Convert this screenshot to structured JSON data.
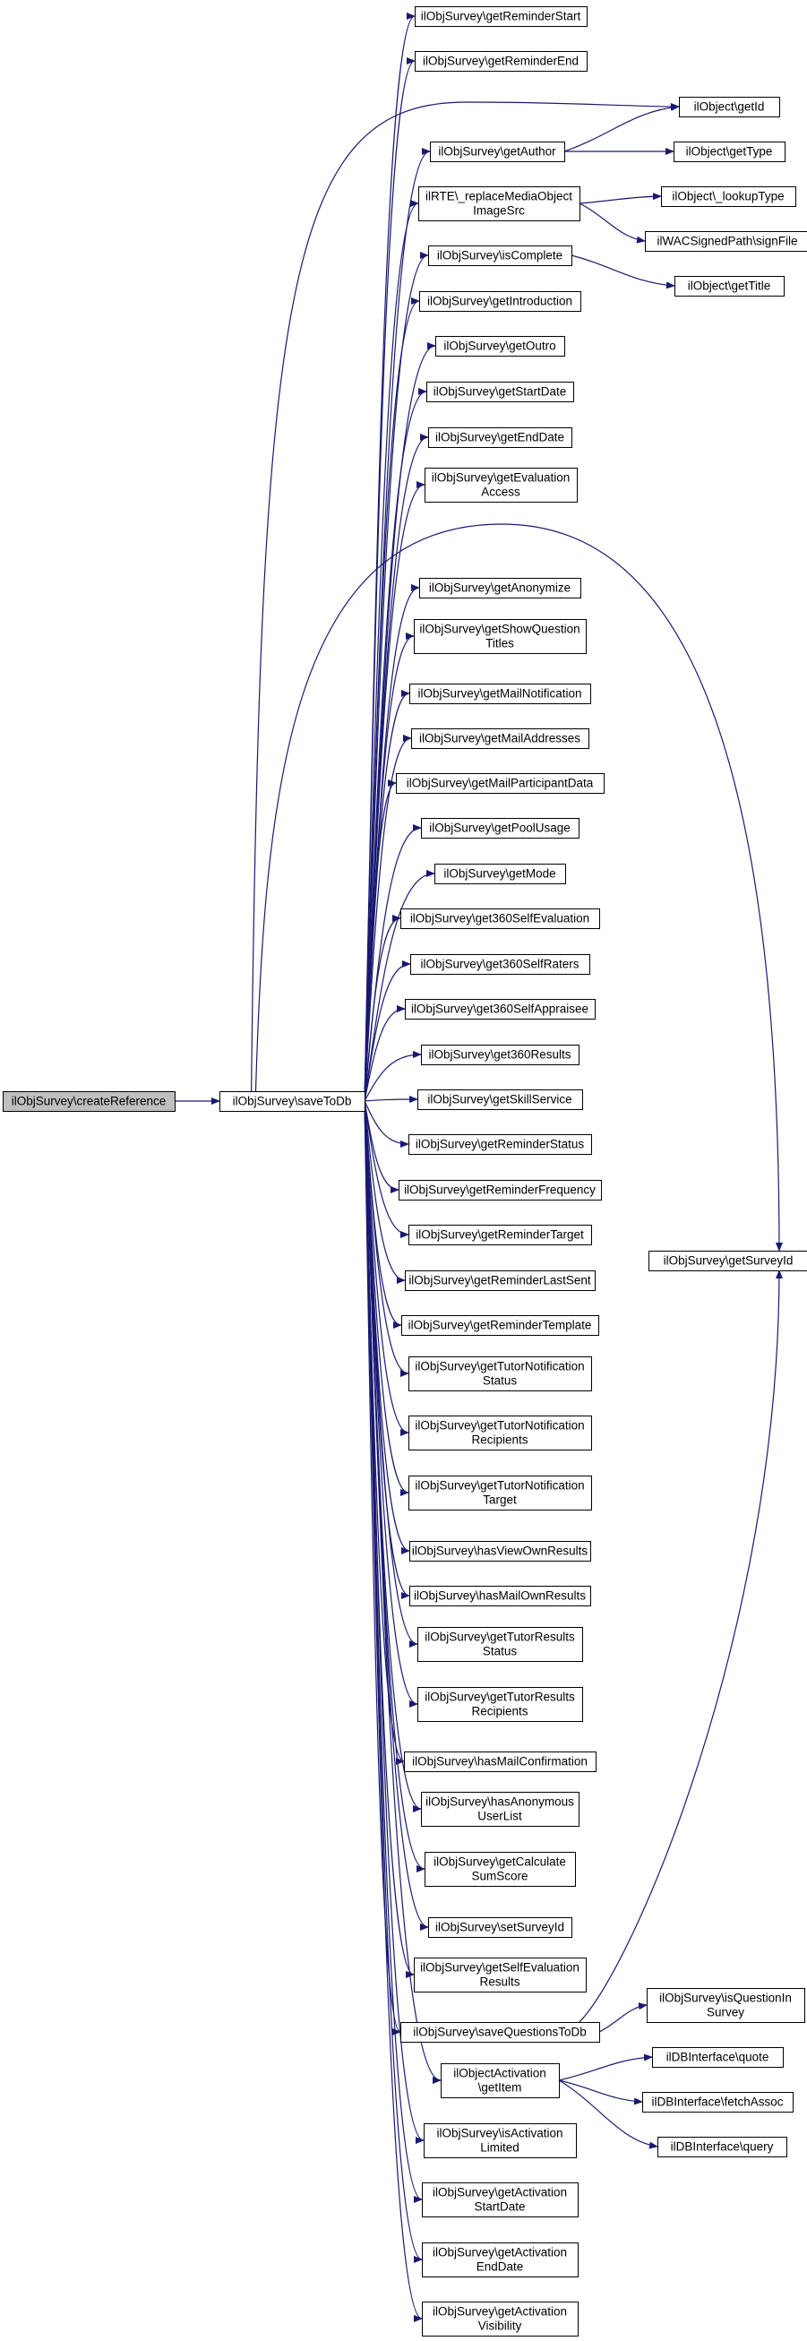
{
  "diagram": {
    "edge_color": "#191970",
    "root_fill": "#bfbfbf",
    "node_fill": "#ffffff",
    "node_border": "#000000",
    "nodes": [
      {
        "id": "createReference",
        "lines": [
          "ilObjSurvey\\createReference"
        ],
        "root": true
      },
      {
        "id": "saveToDb",
        "lines": [
          "ilObjSurvey\\saveToDb"
        ]
      },
      {
        "id": "getReminderStart",
        "lines": [
          "ilObjSurvey\\getReminderStart"
        ]
      },
      {
        "id": "getReminderEnd",
        "lines": [
          "ilObjSurvey\\getReminderEnd"
        ]
      },
      {
        "id": "getAuthor",
        "lines": [
          "ilObjSurvey\\getAuthor"
        ]
      },
      {
        "id": "replaceMedia",
        "lines": [
          "ilRTE\\_replaceMediaObject",
          "ImageSrc"
        ]
      },
      {
        "id": "isComplete",
        "lines": [
          "ilObjSurvey\\isComplete"
        ]
      },
      {
        "id": "getIntroduction",
        "lines": [
          "ilObjSurvey\\getIntroduction"
        ]
      },
      {
        "id": "getOutro",
        "lines": [
          "ilObjSurvey\\getOutro"
        ]
      },
      {
        "id": "getStartDate",
        "lines": [
          "ilObjSurvey\\getStartDate"
        ]
      },
      {
        "id": "getEndDate",
        "lines": [
          "ilObjSurvey\\getEndDate"
        ]
      },
      {
        "id": "getEvaluationAccess",
        "lines": [
          "ilObjSurvey\\getEvaluation",
          "Access"
        ]
      },
      {
        "id": "getAnonymize",
        "lines": [
          "ilObjSurvey\\getAnonymize"
        ]
      },
      {
        "id": "getShowQuestionTitles",
        "lines": [
          "ilObjSurvey\\getShowQuestion",
          "Titles"
        ]
      },
      {
        "id": "getMailNotification",
        "lines": [
          "ilObjSurvey\\getMailNotification"
        ]
      },
      {
        "id": "getMailAddresses",
        "lines": [
          "ilObjSurvey\\getMailAddresses"
        ]
      },
      {
        "id": "getMailParticipantData",
        "lines": [
          "ilObjSurvey\\getMailParticipantData"
        ]
      },
      {
        "id": "getPoolUsage",
        "lines": [
          "ilObjSurvey\\getPoolUsage"
        ]
      },
      {
        "id": "getMode",
        "lines": [
          "ilObjSurvey\\getMode"
        ]
      },
      {
        "id": "get360SelfEvaluation",
        "lines": [
          "ilObjSurvey\\get360SelfEvaluation"
        ]
      },
      {
        "id": "get360SelfRaters",
        "lines": [
          "ilObjSurvey\\get360SelfRaters"
        ]
      },
      {
        "id": "get360SelfAppraisee",
        "lines": [
          "ilObjSurvey\\get360SelfAppraisee"
        ]
      },
      {
        "id": "get360Results",
        "lines": [
          "ilObjSurvey\\get360Results"
        ]
      },
      {
        "id": "getSkillService",
        "lines": [
          "ilObjSurvey\\getSkillService"
        ]
      },
      {
        "id": "getReminderStatus",
        "lines": [
          "ilObjSurvey\\getReminderStatus"
        ]
      },
      {
        "id": "getReminderFrequency",
        "lines": [
          "ilObjSurvey\\getReminderFrequency"
        ]
      },
      {
        "id": "getReminderTarget",
        "lines": [
          "ilObjSurvey\\getReminderTarget"
        ]
      },
      {
        "id": "getReminderLastSent",
        "lines": [
          "ilObjSurvey\\getReminderLastSent"
        ]
      },
      {
        "id": "getReminderTemplate",
        "lines": [
          "ilObjSurvey\\getReminderTemplate"
        ]
      },
      {
        "id": "getTutorNotificationStatus",
        "lines": [
          "ilObjSurvey\\getTutorNotification",
          "Status"
        ]
      },
      {
        "id": "getTutorNotificationRecipients",
        "lines": [
          "ilObjSurvey\\getTutorNotification",
          "Recipients"
        ]
      },
      {
        "id": "getTutorNotificationTarget",
        "lines": [
          "ilObjSurvey\\getTutorNotification",
          "Target"
        ]
      },
      {
        "id": "hasViewOwnResults",
        "lines": [
          "ilObjSurvey\\hasViewOwnResults"
        ]
      },
      {
        "id": "hasMailOwnResults",
        "lines": [
          "ilObjSurvey\\hasMailOwnResults"
        ]
      },
      {
        "id": "getTutorResultsStatus",
        "lines": [
          "ilObjSurvey\\getTutorResults",
          "Status"
        ]
      },
      {
        "id": "getTutorResultsRecipients",
        "lines": [
          "ilObjSurvey\\getTutorResults",
          "Recipients"
        ]
      },
      {
        "id": "hasMailConfirmation",
        "lines": [
          "ilObjSurvey\\hasMailConfirmation"
        ]
      },
      {
        "id": "hasAnonymousUserList",
        "lines": [
          "ilObjSurvey\\hasAnonymous",
          "UserList"
        ]
      },
      {
        "id": "getCalculateSumScore",
        "lines": [
          "ilObjSurvey\\getCalculate",
          "SumScore"
        ]
      },
      {
        "id": "setSurveyId",
        "lines": [
          "ilObjSurvey\\setSurveyId"
        ]
      },
      {
        "id": "getSelfEvaluationResults",
        "lines": [
          "ilObjSurvey\\getSelfEvaluation",
          "Results"
        ]
      },
      {
        "id": "saveQuestionsToDb",
        "lines": [
          "ilObjSurvey\\saveQuestionsToDb"
        ]
      },
      {
        "id": "getItem",
        "lines": [
          "ilObjectActivation",
          "\\getItem"
        ]
      },
      {
        "id": "isActivationLimited",
        "lines": [
          "ilObjSurvey\\isActivation",
          "Limited"
        ]
      },
      {
        "id": "getActivationStartDate",
        "lines": [
          "ilObjSurvey\\getActivation",
          "StartDate"
        ]
      },
      {
        "id": "getActivationEndDate",
        "lines": [
          "ilObjSurvey\\getActivation",
          "EndDate"
        ]
      },
      {
        "id": "getActivationVisibility",
        "lines": [
          "ilObjSurvey\\getActivation",
          "Visibility"
        ]
      },
      {
        "id": "getId",
        "lines": [
          "ilObject\\getId"
        ]
      },
      {
        "id": "getType",
        "lines": [
          "ilObject\\getType"
        ]
      },
      {
        "id": "lookupType",
        "lines": [
          "ilObject\\_lookupType"
        ]
      },
      {
        "id": "signFile",
        "lines": [
          "ilWACSignedPath\\signFile"
        ]
      },
      {
        "id": "getTitle",
        "lines": [
          "ilObject\\getTitle"
        ]
      },
      {
        "id": "getSurveyId",
        "lines": [
          "ilObjSurvey\\getSurveyId"
        ]
      },
      {
        "id": "isQuestionInSurvey",
        "lines": [
          "ilObjSurvey\\isQuestionIn",
          "Survey"
        ]
      },
      {
        "id": "quote",
        "lines": [
          "ilDBInterface\\quote"
        ]
      },
      {
        "id": "fetchAssoc",
        "lines": [
          "ilDBInterface\\fetchAssoc"
        ]
      },
      {
        "id": "query",
        "lines": [
          "ilDBInterface\\query"
        ]
      }
    ],
    "edges": [
      [
        "createReference",
        "saveToDb"
      ],
      [
        "saveToDb",
        "getReminderStart"
      ],
      [
        "saveToDb",
        "getReminderEnd"
      ],
      [
        "saveToDb",
        "getId"
      ],
      [
        "saveToDb",
        "getAuthor"
      ],
      [
        "saveToDb",
        "replaceMedia"
      ],
      [
        "saveToDb",
        "isComplete"
      ],
      [
        "saveToDb",
        "getIntroduction"
      ],
      [
        "saveToDb",
        "getOutro"
      ],
      [
        "saveToDb",
        "getStartDate"
      ],
      [
        "saveToDb",
        "getEndDate"
      ],
      [
        "saveToDb",
        "getEvaluationAccess"
      ],
      [
        "saveToDb",
        "getSurveyId"
      ],
      [
        "saveToDb",
        "getAnonymize"
      ],
      [
        "saveToDb",
        "getShowQuestionTitles"
      ],
      [
        "saveToDb",
        "getMailNotification"
      ],
      [
        "saveToDb",
        "getMailAddresses"
      ],
      [
        "saveToDb",
        "getMailParticipantData"
      ],
      [
        "saveToDb",
        "getPoolUsage"
      ],
      [
        "saveToDb",
        "getMode"
      ],
      [
        "saveToDb",
        "get360SelfEvaluation"
      ],
      [
        "saveToDb",
        "get360SelfRaters"
      ],
      [
        "saveToDb",
        "get360SelfAppraisee"
      ],
      [
        "saveToDb",
        "get360Results"
      ],
      [
        "saveToDb",
        "getSkillService"
      ],
      [
        "saveToDb",
        "getReminderStatus"
      ],
      [
        "saveToDb",
        "getReminderFrequency"
      ],
      [
        "saveToDb",
        "getReminderTarget"
      ],
      [
        "saveToDb",
        "getReminderLastSent"
      ],
      [
        "saveToDb",
        "getReminderTemplate"
      ],
      [
        "saveToDb",
        "getTutorNotificationStatus"
      ],
      [
        "saveToDb",
        "getTutorNotificationRecipients"
      ],
      [
        "saveToDb",
        "getTutorNotificationTarget"
      ],
      [
        "saveToDb",
        "hasViewOwnResults"
      ],
      [
        "saveToDb",
        "hasMailOwnResults"
      ],
      [
        "saveToDb",
        "getTutorResultsStatus"
      ],
      [
        "saveToDb",
        "getTutorResultsRecipients"
      ],
      [
        "saveToDb",
        "hasMailConfirmation"
      ],
      [
        "saveToDb",
        "hasAnonymousUserList"
      ],
      [
        "saveToDb",
        "getCalculateSumScore"
      ],
      [
        "saveToDb",
        "setSurveyId"
      ],
      [
        "saveToDb",
        "getSelfEvaluationResults"
      ],
      [
        "saveToDb",
        "saveQuestionsToDb"
      ],
      [
        "saveToDb",
        "getItem"
      ],
      [
        "saveToDb",
        "isActivationLimited"
      ],
      [
        "saveToDb",
        "getActivationStartDate"
      ],
      [
        "saveToDb",
        "getActivationEndDate"
      ],
      [
        "saveToDb",
        "getActivationVisibility"
      ],
      [
        "getAuthor",
        "getId"
      ],
      [
        "getAuthor",
        "getType"
      ],
      [
        "replaceMedia",
        "lookupType"
      ],
      [
        "replaceMedia",
        "signFile"
      ],
      [
        "isComplete",
        "getTitle"
      ],
      [
        "saveQuestionsToDb",
        "getSurveyId"
      ],
      [
        "saveQuestionsToDb",
        "isQuestionInSurvey"
      ],
      [
        "getItem",
        "quote"
      ],
      [
        "getItem",
        "fetchAssoc"
      ],
      [
        "getItem",
        "query"
      ]
    ]
  }
}
